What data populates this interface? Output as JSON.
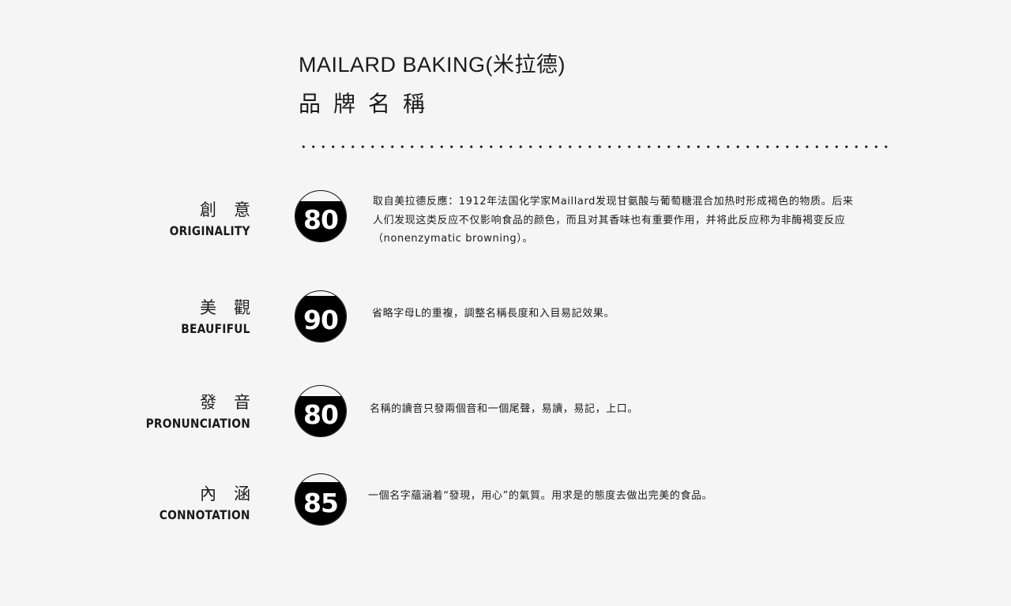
{
  "header": {
    "title_en": "MAILARD BAKING(米拉德)",
    "title_zh": "品牌名稱"
  },
  "items": [
    {
      "label_zh": "創意",
      "label_en": "ORIGINALITY",
      "score": "80",
      "score_level": 0.8,
      "desc_lines": [
        "取自美拉德反應：1912年法国化学家Maillard发现甘氨酸与葡萄糖混合加热时形成褐色的物质。后来",
        "人们发现这类反应不仅影响食品的颜色，而且对其香味也有重要作用，并将此反应称为非酶褐变反应",
        "（nonenzymatic browning）。"
      ]
    },
    {
      "label_zh": "美觀",
      "label_en": "BEAUFIFUL",
      "score": "90",
      "score_level": 0.9,
      "desc_lines": [
        "省略字母L的重複，調整名稱長度和入目易記效果。"
      ]
    },
    {
      "label_zh": "發音",
      "label_en": "PRONUNCIATION",
      "score": "80",
      "score_level": 0.8,
      "desc_lines": [
        "名稱的讀音只發兩個音和一個尾聲，易讀，易記，上口。"
      ]
    },
    {
      "label_zh": "內涵",
      "label_en": "CONNOTATION",
      "score": "85",
      "score_level": 0.85,
      "desc_lines": [
        "一個名字蘊涵着“發現，用心”的氣質。用求是的態度去做出完美的食品。"
      ]
    }
  ],
  "colors": {
    "background": "#f5f5f5",
    "ink": "#1a1a1a",
    "badge_fill": "#000000",
    "badge_text": "#ffffff"
  }
}
